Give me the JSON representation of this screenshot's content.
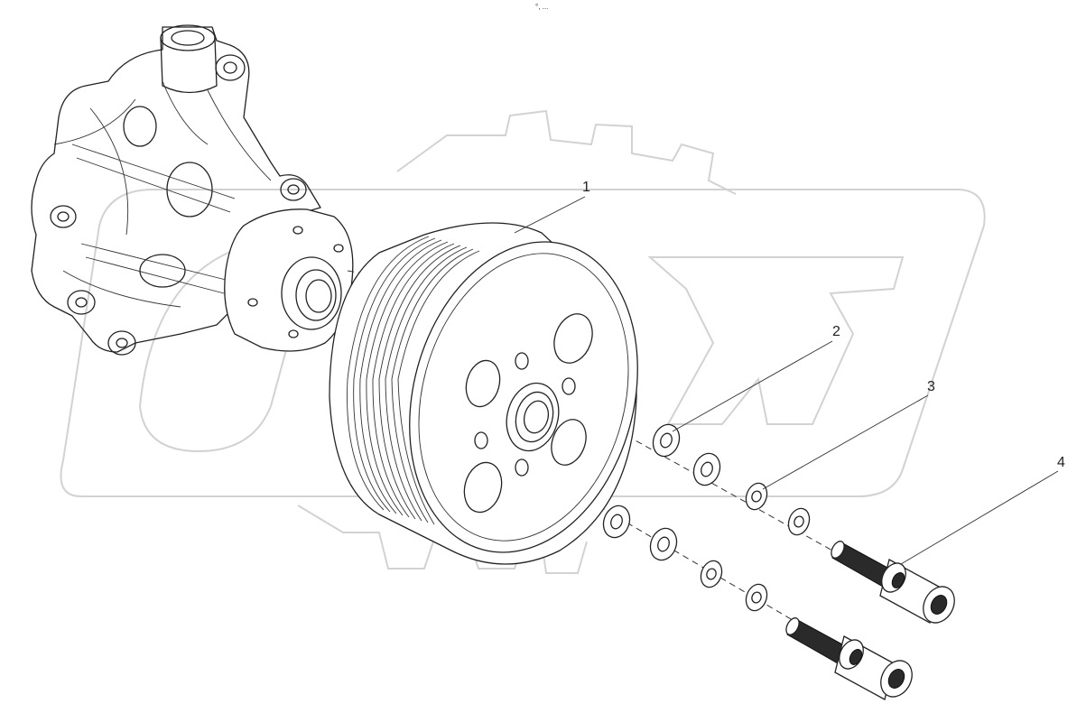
{
  "header": {
    "mark": "°, ..."
  },
  "callouts": [
    {
      "id": "1",
      "label": "1"
    },
    {
      "id": "2",
      "label": "2"
    },
    {
      "id": "3",
      "label": "3"
    },
    {
      "id": "4",
      "label": "4"
    }
  ],
  "watermark": {
    "text": "OEX"
  }
}
